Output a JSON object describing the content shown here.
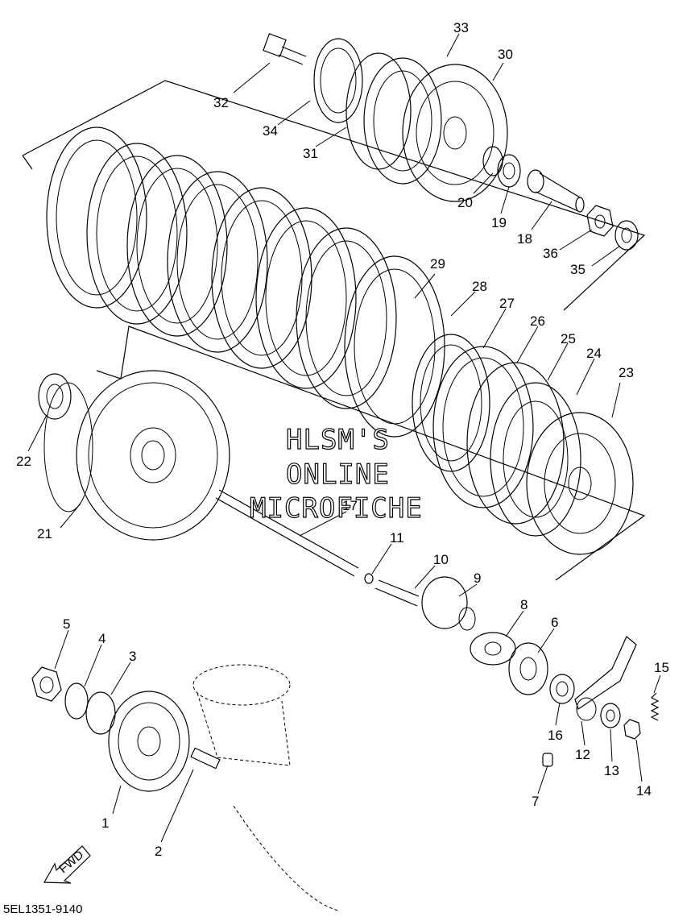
{
  "diagram": {
    "watermark": [
      "HLSM'S",
      "ONLINE",
      "MICROFICHE"
    ],
    "fwd_label": "FWD",
    "code": "5EL1351-9140",
    "callouts": [
      "1",
      "2",
      "3",
      "4",
      "5",
      "6",
      "7",
      "8",
      "9",
      "10",
      "11",
      "12",
      "13",
      "14",
      "15",
      "16",
      "17",
      "18",
      "19",
      "20",
      "21",
      "22",
      "23",
      "24",
      "25",
      "26",
      "27",
      "28",
      "29",
      "30",
      "31",
      "32",
      "33",
      "34",
      "35",
      "36"
    ]
  }
}
